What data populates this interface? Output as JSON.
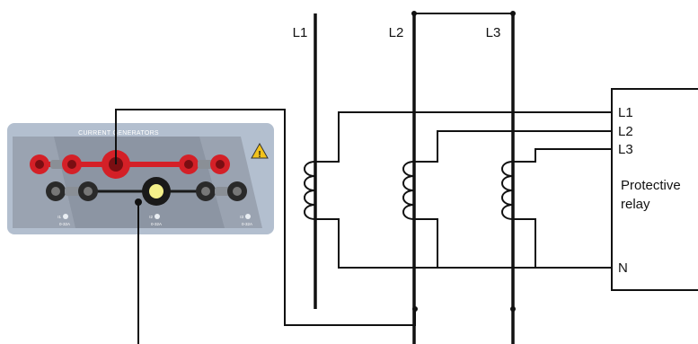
{
  "lines": {
    "l1_label": "L1",
    "l2_label": "L2",
    "l3_label": "L3"
  },
  "relay": {
    "l1_terminal": "L1",
    "l2_terminal": "L2",
    "l3_terminal": "L3",
    "neutral_terminal": "N",
    "title_line1": "Protective",
    "title_line2": "relay"
  },
  "panel": {
    "title": "CURRENT GENERATORS",
    "outputs": [
      {
        "label": "I1",
        "range": "0-32A"
      },
      {
        "label": "I2",
        "range": "0-32A"
      },
      {
        "label": "I3",
        "range": "0-32A"
      }
    ]
  },
  "colors": {
    "panel": "#b3bfcf",
    "panel_inner": "#8f98a6",
    "red_terminal": "#d42027",
    "black_terminal": "#1a1a1a",
    "warning": "#f2c21b"
  }
}
